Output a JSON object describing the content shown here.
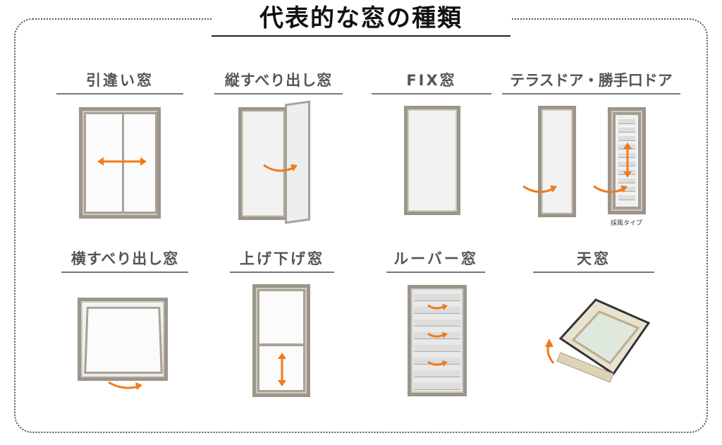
{
  "title": "代表的な窓の種類",
  "accent": "#f07a1a",
  "windows": [
    {
      "label": "引違い窓",
      "icon": "sliding-window"
    },
    {
      "label": "縦すべり出し窓",
      "icon": "vertical-casement-window"
    },
    {
      "label": "FIX窓",
      "icon": "fixed-window"
    },
    {
      "label": "テラスドア・勝手口ドア",
      "icon": "door",
      "note": "採風タイプ"
    },
    {
      "label": "横すべり出し窓",
      "icon": "awning-window"
    },
    {
      "label": "上げ下げ窓",
      "icon": "double-hung-window"
    },
    {
      "label": "ルーバー窓",
      "icon": "louver-window"
    },
    {
      "label": "天窓",
      "icon": "skylight"
    }
  ]
}
